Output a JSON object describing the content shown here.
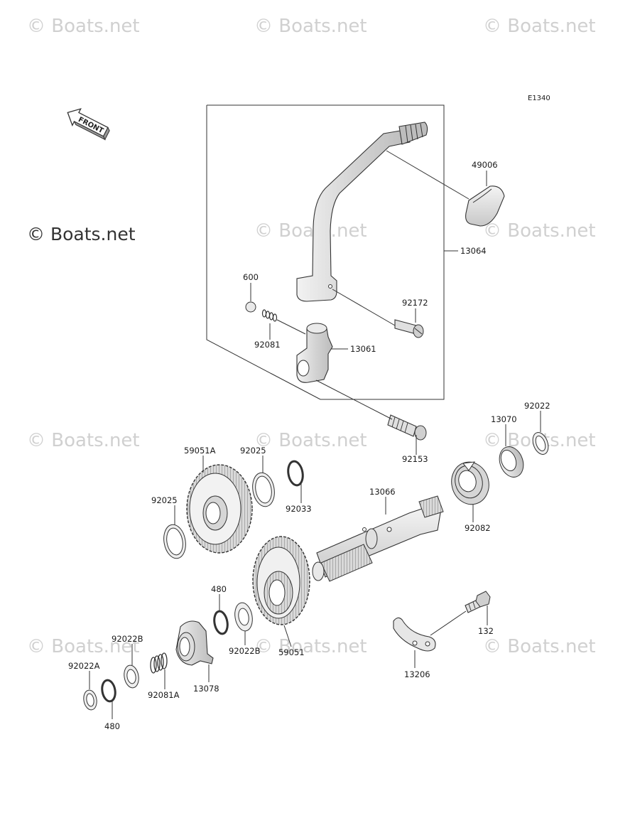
{
  "diagram": {
    "code": "E1340",
    "front_label": "FRONT",
    "watermark": "© Boats.net",
    "watermark_dark": "© Boats.net",
    "labels": {
      "p49006": "49006",
      "p13064": "13064",
      "p600": "600",
      "p92172": "92172",
      "p92081": "92081",
      "p13061": "13061",
      "p92153": "92153",
      "p92022": "92022",
      "p13070": "13070",
      "p59051A": "59051A",
      "p92025_top": "92025",
      "p92033": "92033",
      "p92025_left": "92025",
      "p13066": "13066",
      "p92082": "92082",
      "p480_top": "480",
      "p92022B_top": "92022B",
      "p92022B_mid": "92022B",
      "p59051": "59051",
      "p92022A": "92022A",
      "p92081A": "92081A",
      "p13078": "13078",
      "p480_bottom": "480",
      "p132": "132",
      "p13206": "13206"
    }
  }
}
